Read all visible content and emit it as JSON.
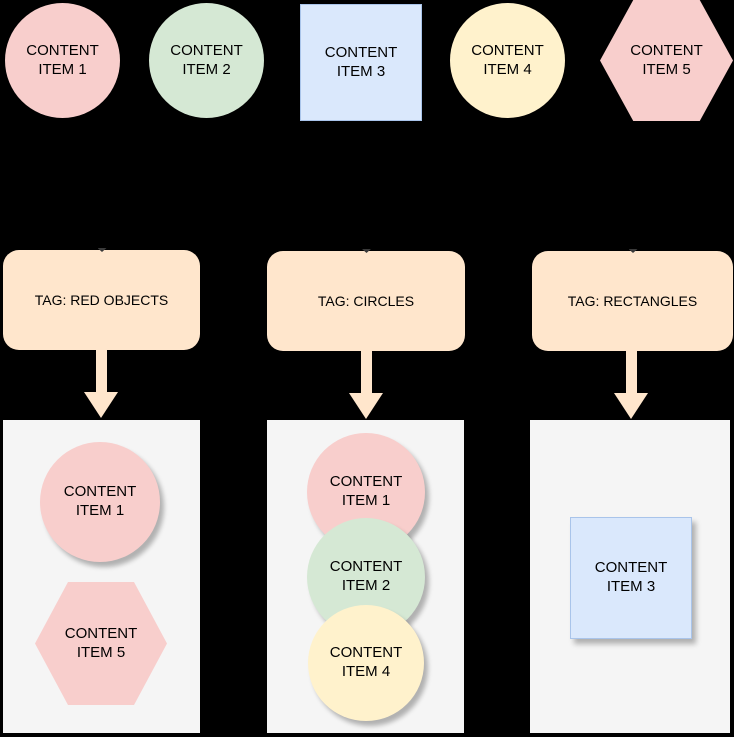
{
  "colors": {
    "background": "#000000",
    "pink": "#F8CECC",
    "green": "#D5E8D4",
    "blue": "#DAE8FC",
    "yellow": "#FFF2CC",
    "tag_fill": "#FFE6CC",
    "column_background": "#F5F5F5",
    "text": "#000000"
  },
  "top_items": [
    {
      "label": "CONTENT ITEM 1",
      "shape": "circle",
      "color": "#F8CECC"
    },
    {
      "label": "CONTENT ITEM 2",
      "shape": "circle",
      "color": "#D5E8D4"
    },
    {
      "label": "CONTENT ITEM 3",
      "shape": "square",
      "color": "#DAE8FC"
    },
    {
      "label": "CONTENT ITEM 4",
      "shape": "circle",
      "color": "#FFF2CC"
    },
    {
      "label": "CONTENT ITEM 5",
      "shape": "hexagon",
      "color": "#F8CECC"
    }
  ],
  "tags": [
    {
      "label": "TAG: RED OBJECTS"
    },
    {
      "label": "TAG: CIRCLES"
    },
    {
      "label": "TAG: RECTANGLES"
    }
  ],
  "columns": [
    {
      "tag": "TAG: RED OBJECTS",
      "items": [
        {
          "label": "CONTENT ITEM 1",
          "shape": "circle",
          "color": "#F8CECC"
        },
        {
          "label": "CONTENT ITEM 5",
          "shape": "hexagon",
          "color": "#F8CECC"
        }
      ]
    },
    {
      "tag": "TAG: CIRCLES",
      "items": [
        {
          "label": "CONTENT ITEM 1",
          "shape": "circle",
          "color": "#F8CECC"
        },
        {
          "label": "CONTENT ITEM 2",
          "shape": "circle",
          "color": "#D5E8D4"
        },
        {
          "label": "CONTENT ITEM 4",
          "shape": "circle",
          "color": "#FFF2CC"
        }
      ]
    },
    {
      "tag": "TAG: RECTANGLES",
      "items": [
        {
          "label": "CONTENT ITEM 3",
          "shape": "square",
          "color": "#DAE8FC"
        }
      ]
    }
  ]
}
